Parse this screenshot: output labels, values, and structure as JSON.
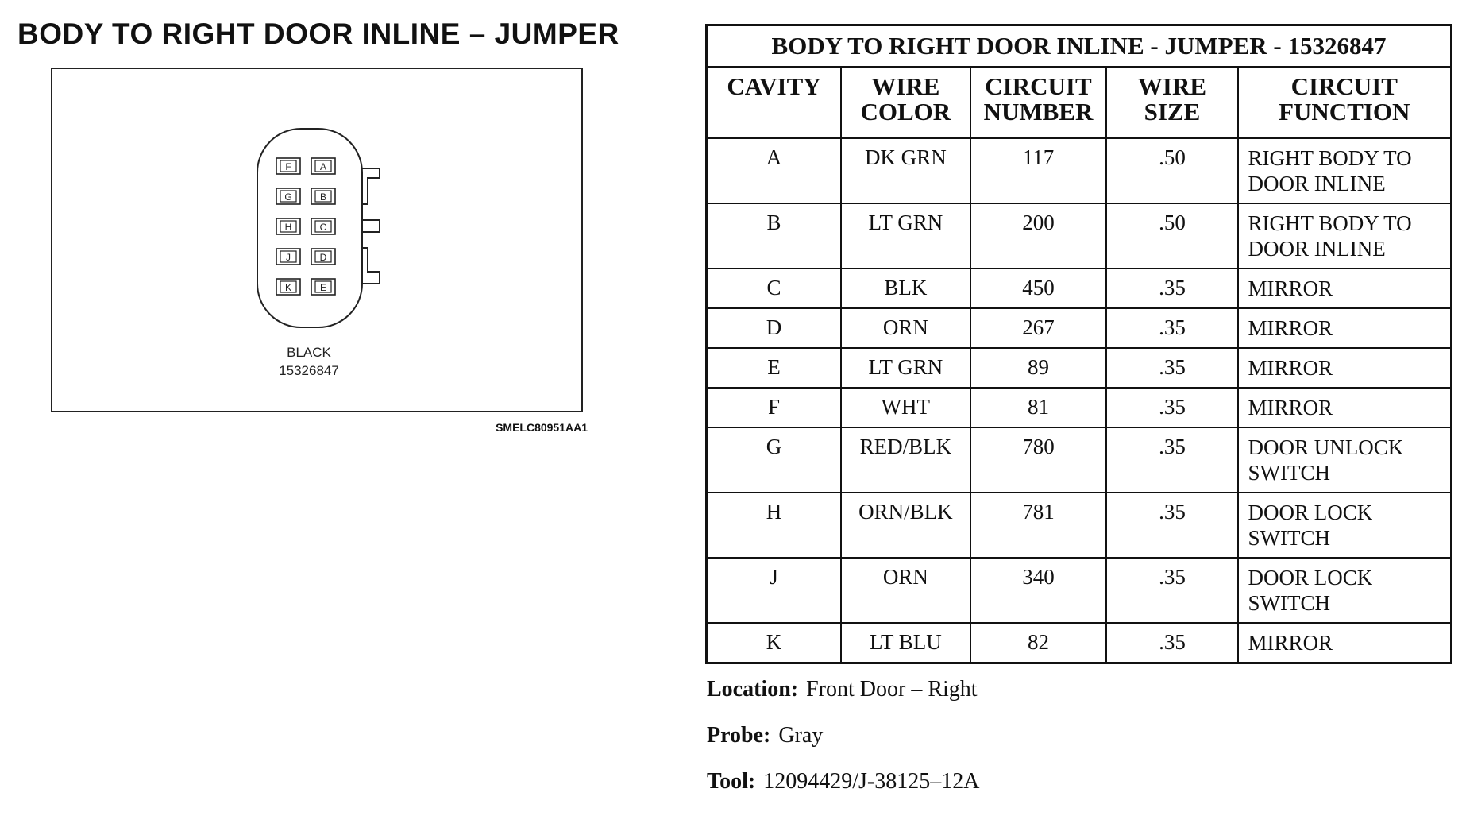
{
  "diagram": {
    "title": "BODY TO RIGHT DOOR INLINE – JUMPER",
    "connector_color": "BLACK",
    "part_number": "15326847",
    "figure_code": "SMELC80951AA1",
    "left_pins": [
      "F",
      "G",
      "H",
      "J",
      "K"
    ],
    "right_pins": [
      "A",
      "B",
      "C",
      "D",
      "E"
    ]
  },
  "table": {
    "title": "BODY TO RIGHT DOOR INLINE - JUMPER - 15326847",
    "headers": [
      [
        "CAVITY"
      ],
      [
        "WIRE",
        "COLOR"
      ],
      [
        "CIRCUIT",
        "NUMBER"
      ],
      [
        "WIRE",
        "SIZE"
      ],
      [
        "CIRCUIT",
        "FUNCTION"
      ]
    ],
    "rows": [
      {
        "cavity": "A",
        "color": "DK GRN",
        "circuit": "117",
        "size": ".50",
        "function": [
          "RIGHT BODY TO",
          "DOOR INLINE"
        ]
      },
      {
        "cavity": "B",
        "color": "LT GRN",
        "circuit": "200",
        "size": ".50",
        "function": [
          "RIGHT BODY TO",
          "DOOR INLINE"
        ]
      },
      {
        "cavity": "C",
        "color": "BLK",
        "circuit": "450",
        "size": ".35",
        "function": [
          "MIRROR"
        ]
      },
      {
        "cavity": "D",
        "color": "ORN",
        "circuit": "267",
        "size": ".35",
        "function": [
          "MIRROR"
        ]
      },
      {
        "cavity": "E",
        "color": "LT GRN",
        "circuit": "89",
        "size": ".35",
        "function": [
          "MIRROR"
        ]
      },
      {
        "cavity": "F",
        "color": "WHT",
        "circuit": "81",
        "size": ".35",
        "function": [
          "MIRROR"
        ]
      },
      {
        "cavity": "G",
        "color": "RED/BLK",
        "circuit": "780",
        "size": ".35",
        "function": [
          "DOOR UNLOCK",
          "SWITCH"
        ]
      },
      {
        "cavity": "H",
        "color": "ORN/BLK",
        "circuit": "781",
        "size": ".35",
        "function": [
          "DOOR LOCK",
          "SWITCH"
        ]
      },
      {
        "cavity": "J",
        "color": "ORN",
        "circuit": "340",
        "size": ".35",
        "function": [
          "DOOR LOCK",
          "SWITCH"
        ]
      },
      {
        "cavity": "K",
        "color": "LT BLU",
        "circuit": "82",
        "size": ".35",
        "function": [
          "MIRROR"
        ]
      }
    ]
  },
  "info": {
    "location_label": "Location:",
    "location_value": "Front Door – Right",
    "probe_label": "Probe:",
    "probe_value": "Gray",
    "tool_label": "Tool:",
    "tool_value": "12094429/J-38125–12A"
  }
}
